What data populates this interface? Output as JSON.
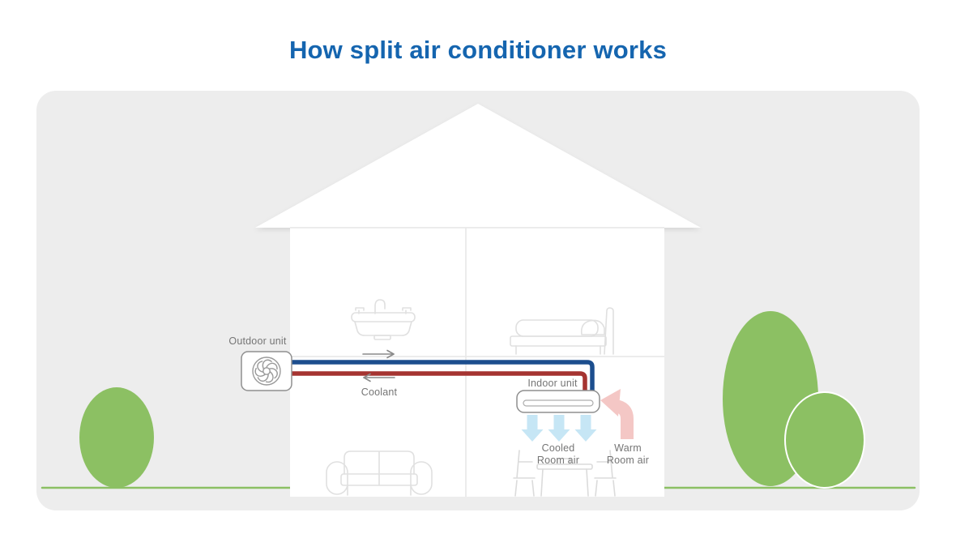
{
  "title": "How split air conditioner works",
  "labels": {
    "outdoor_unit": "Outdoor unit",
    "indoor_unit": "Indoor unit",
    "coolant": "Coolant",
    "cooled_room_air": "Cooled\nRoom air",
    "warm_room_air": "Warm\nRoom air"
  },
  "icons": [
    "fan-icon",
    "sink-icon",
    "bed-icon",
    "sofa-icon",
    "dining-table-icon",
    "arrow-right-icon",
    "arrow-left-icon",
    "cooled-air-down-arrow-icon",
    "warm-air-bent-arrow-icon"
  ],
  "colors": {
    "title_blue": "#1565af",
    "panel_bg": "#ededed",
    "house_white": "#ffffff",
    "greenery_green": "#8cc063",
    "pipe_supply_blue": "#1c4e8e",
    "pipe_return_red": "#a53431",
    "cooled_air_blue": "#c6e6f5",
    "warm_air_pink": "#f4c7c5",
    "label_gray": "#757575",
    "flow_arrow_gray": "#8a8a8a"
  }
}
